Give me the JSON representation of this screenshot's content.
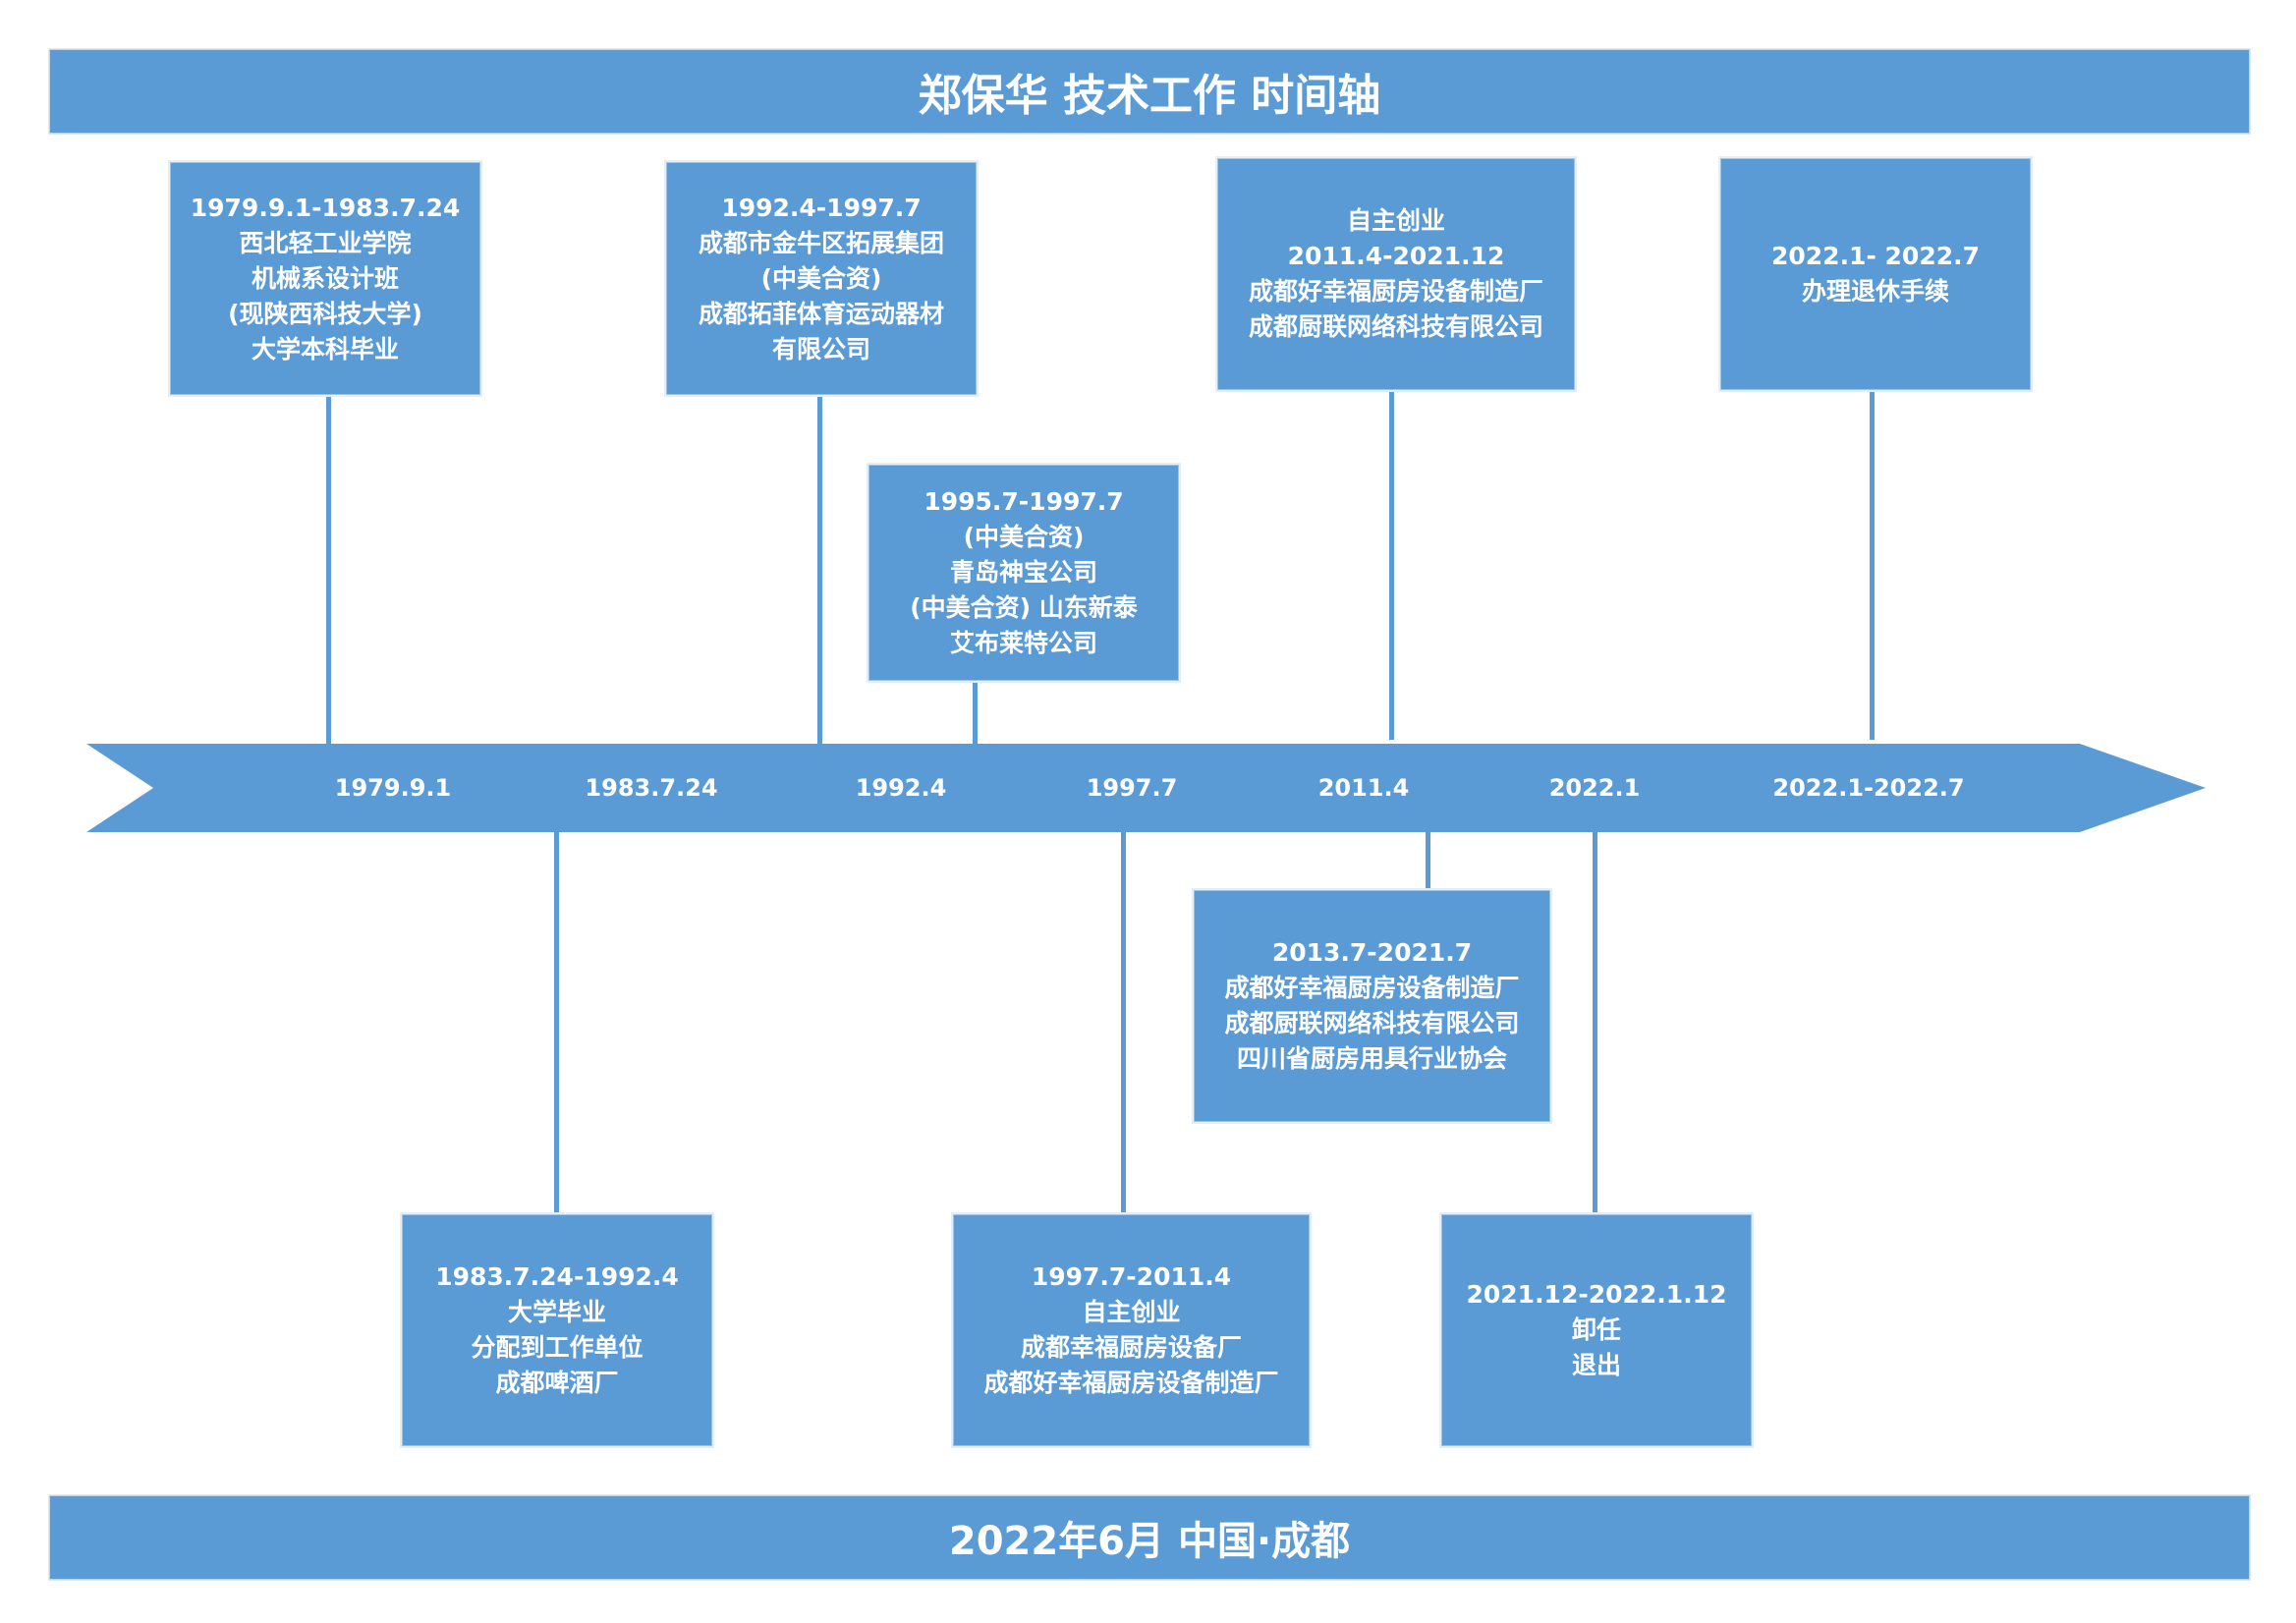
{
  "title": "郑保华 技术工作 时间轴",
  "footer": "2022年6月 中国·成都",
  "colors": {
    "box_fill": "#5b9bd5",
    "text": "#ffffff",
    "background": "#ffffff"
  },
  "axis_labels": [
    "1979.9.1",
    "1983.7.24",
    "1992.4",
    "1997.7",
    "2011.4",
    "2022.1",
    "2022.1-2022.7"
  ],
  "events_above": [
    {
      "lines": [
        "1979.9.1-1983.7.24",
        "西北轻工业学院",
        "机械系设计班",
        "(现陕西科技大学)",
        "大学本科毕业"
      ]
    },
    {
      "lines": [
        "1992.4-1997.7",
        "成都市金牛区拓展集团",
        "(中美合资)",
        "成都拓菲体育运动器材",
        "有限公司"
      ]
    },
    {
      "lines": [
        "1995.7-1997.7",
        "(中美合资)",
        "青岛神宝公司",
        "(中美合资) 山东新泰",
        "艾布莱特公司"
      ]
    },
    {
      "lines": [
        "自主创业",
        "2011.4-2021.12",
        "成都好幸福厨房设备制造厂",
        "成都厨联网络科技有限公司"
      ]
    },
    {
      "lines": [
        "2022.1- 2022.7",
        "办理退休手续"
      ]
    }
  ],
  "events_below": [
    {
      "lines": [
        "1983.7.24-1992.4",
        "大学毕业",
        "分配到工作单位",
        "成都啤酒厂"
      ]
    },
    {
      "lines": [
        "1997.7-2011.4",
        "自主创业",
        "成都幸福厨房设备厂",
        "成都好幸福厨房设备制造厂"
      ]
    },
    {
      "lines": [
        "2013.7-2021.7",
        "成都好幸福厨房设备制造厂",
        "成都厨联网络科技有限公司",
        "四川省厨房用具行业协会"
      ]
    },
    {
      "lines": [
        "2021.12-2022.1.12",
        "卸任",
        "退出"
      ]
    }
  ]
}
